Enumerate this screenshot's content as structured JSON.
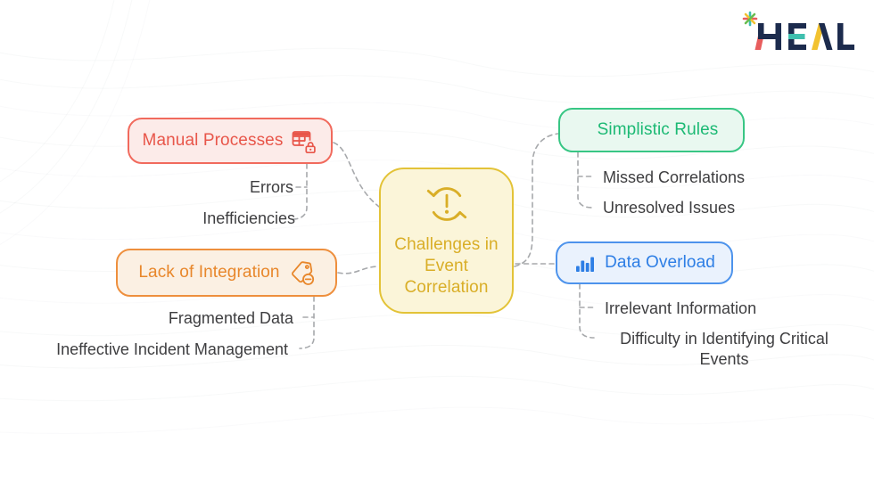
{
  "logo": {
    "text": "HEAL",
    "navy": "#1c2b4d",
    "accents": {
      "asterisk": [
        "#3fbfae",
        "#69bd4f",
        "#e85d5d",
        "#f2c230"
      ],
      "h_accent": "#e85d5d",
      "e_accent": "#3fbfae",
      "a_accent": "#f2c230"
    }
  },
  "center": {
    "title": "Challenges in Event Correlation",
    "icon": "sync-alert-icon",
    "text_color": "#d9ae27",
    "border": "#e3c338",
    "bg": "#fbf5d9"
  },
  "branches": [
    {
      "label": "Manual Processes",
      "icon": "table-lock-icon",
      "text_color": "#e8564a",
      "border": "#f16a5d",
      "bg": "#fcebe9",
      "children": [
        "Errors",
        "Inefficiencies"
      ]
    },
    {
      "label": "Lack of Integration",
      "icon": "tag-minus-icon",
      "text_color": "#e8872b",
      "border": "#ee8f3d",
      "bg": "#fbf0e3",
      "children": [
        "Fragmented Data",
        "Ineffective Incident Management"
      ]
    },
    {
      "label": "Simplistic Rules",
      "icon": null,
      "text_color": "#1cb974",
      "border": "#38c684",
      "bg": "#e9f8f0",
      "children": [
        "Missed Correlations",
        "Unresolved Issues"
      ]
    },
    {
      "label": "Data Overload",
      "icon": "bar-chart-icon",
      "text_color": "#2d7ee5",
      "border": "#4d93ec",
      "bg": "#eaf2fd",
      "children": [
        "Irrelevant Information",
        "Difficulty in Identifying Critical\nEvents"
      ]
    }
  ],
  "palette": {
    "sublabel": "#3e3e40",
    "connector": "#a7a9ac"
  }
}
